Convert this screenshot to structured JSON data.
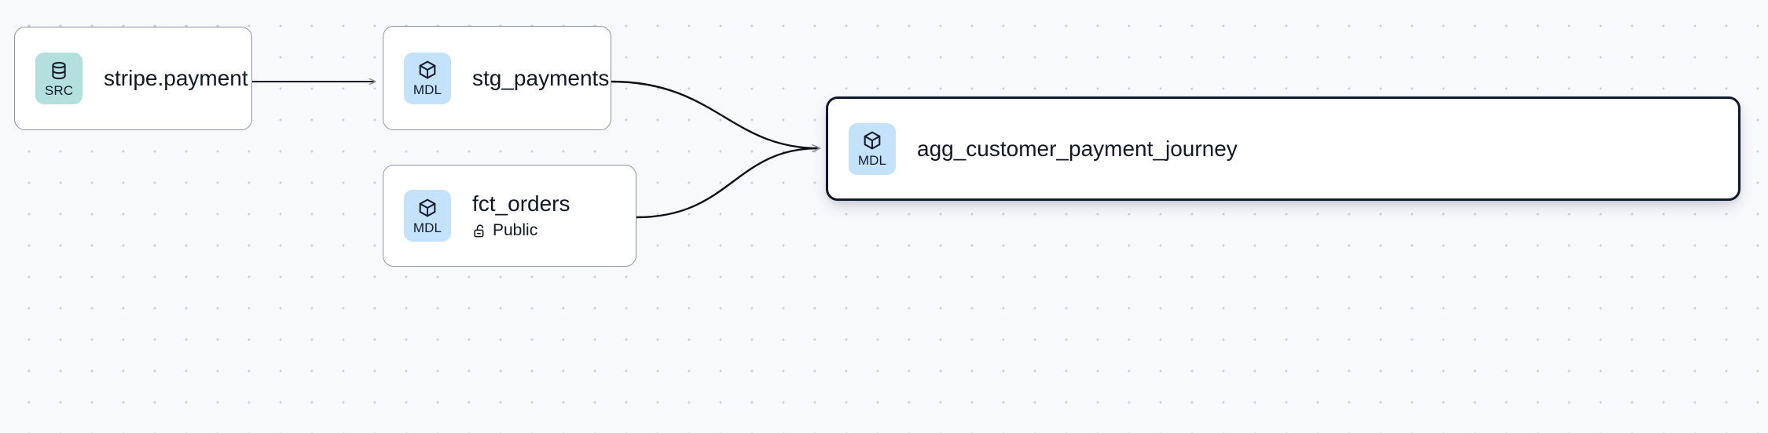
{
  "canvas": {
    "background_color": "#f7f9fb",
    "grid": "dot-grid",
    "grid_dot_color": "#c8ccd4"
  },
  "graph": {
    "type": "data-lineage-dag",
    "nodes": [
      {
        "id": "stripe-payment",
        "title": "stripe.payment",
        "badge_label": "SRC",
        "badge_icon": "database-icon",
        "badge_color": "#b3dfdc",
        "selected": false
      },
      {
        "id": "stg-payments",
        "title": "stg_payments",
        "badge_label": "MDL",
        "badge_icon": "cube-icon",
        "badge_color": "#c4e3fa",
        "selected": false
      },
      {
        "id": "fct-orders",
        "title": "fct_orders",
        "subtitle": "Public",
        "subtitle_icon": "unlock-icon",
        "badge_label": "MDL",
        "badge_icon": "cube-icon",
        "badge_color": "#c4e3fa",
        "selected": false
      },
      {
        "id": "agg-journey",
        "title": "agg_customer_payment_journey",
        "badge_label": "MDL",
        "badge_icon": "cube-icon",
        "badge_color": "#c4e3fa",
        "selected": true
      }
    ],
    "edges": [
      {
        "from": "stripe-payment",
        "to": "stg-payments",
        "shape": "straight",
        "arrow": true
      },
      {
        "from": "stg-payments",
        "to": "agg-journey",
        "shape": "bezier",
        "arrow": true
      },
      {
        "from": "fct-orders",
        "to": "agg-journey",
        "shape": "bezier",
        "arrow": true
      }
    ],
    "edge_color": "#0b0e14",
    "arrow_color": "#8d93a6"
  }
}
